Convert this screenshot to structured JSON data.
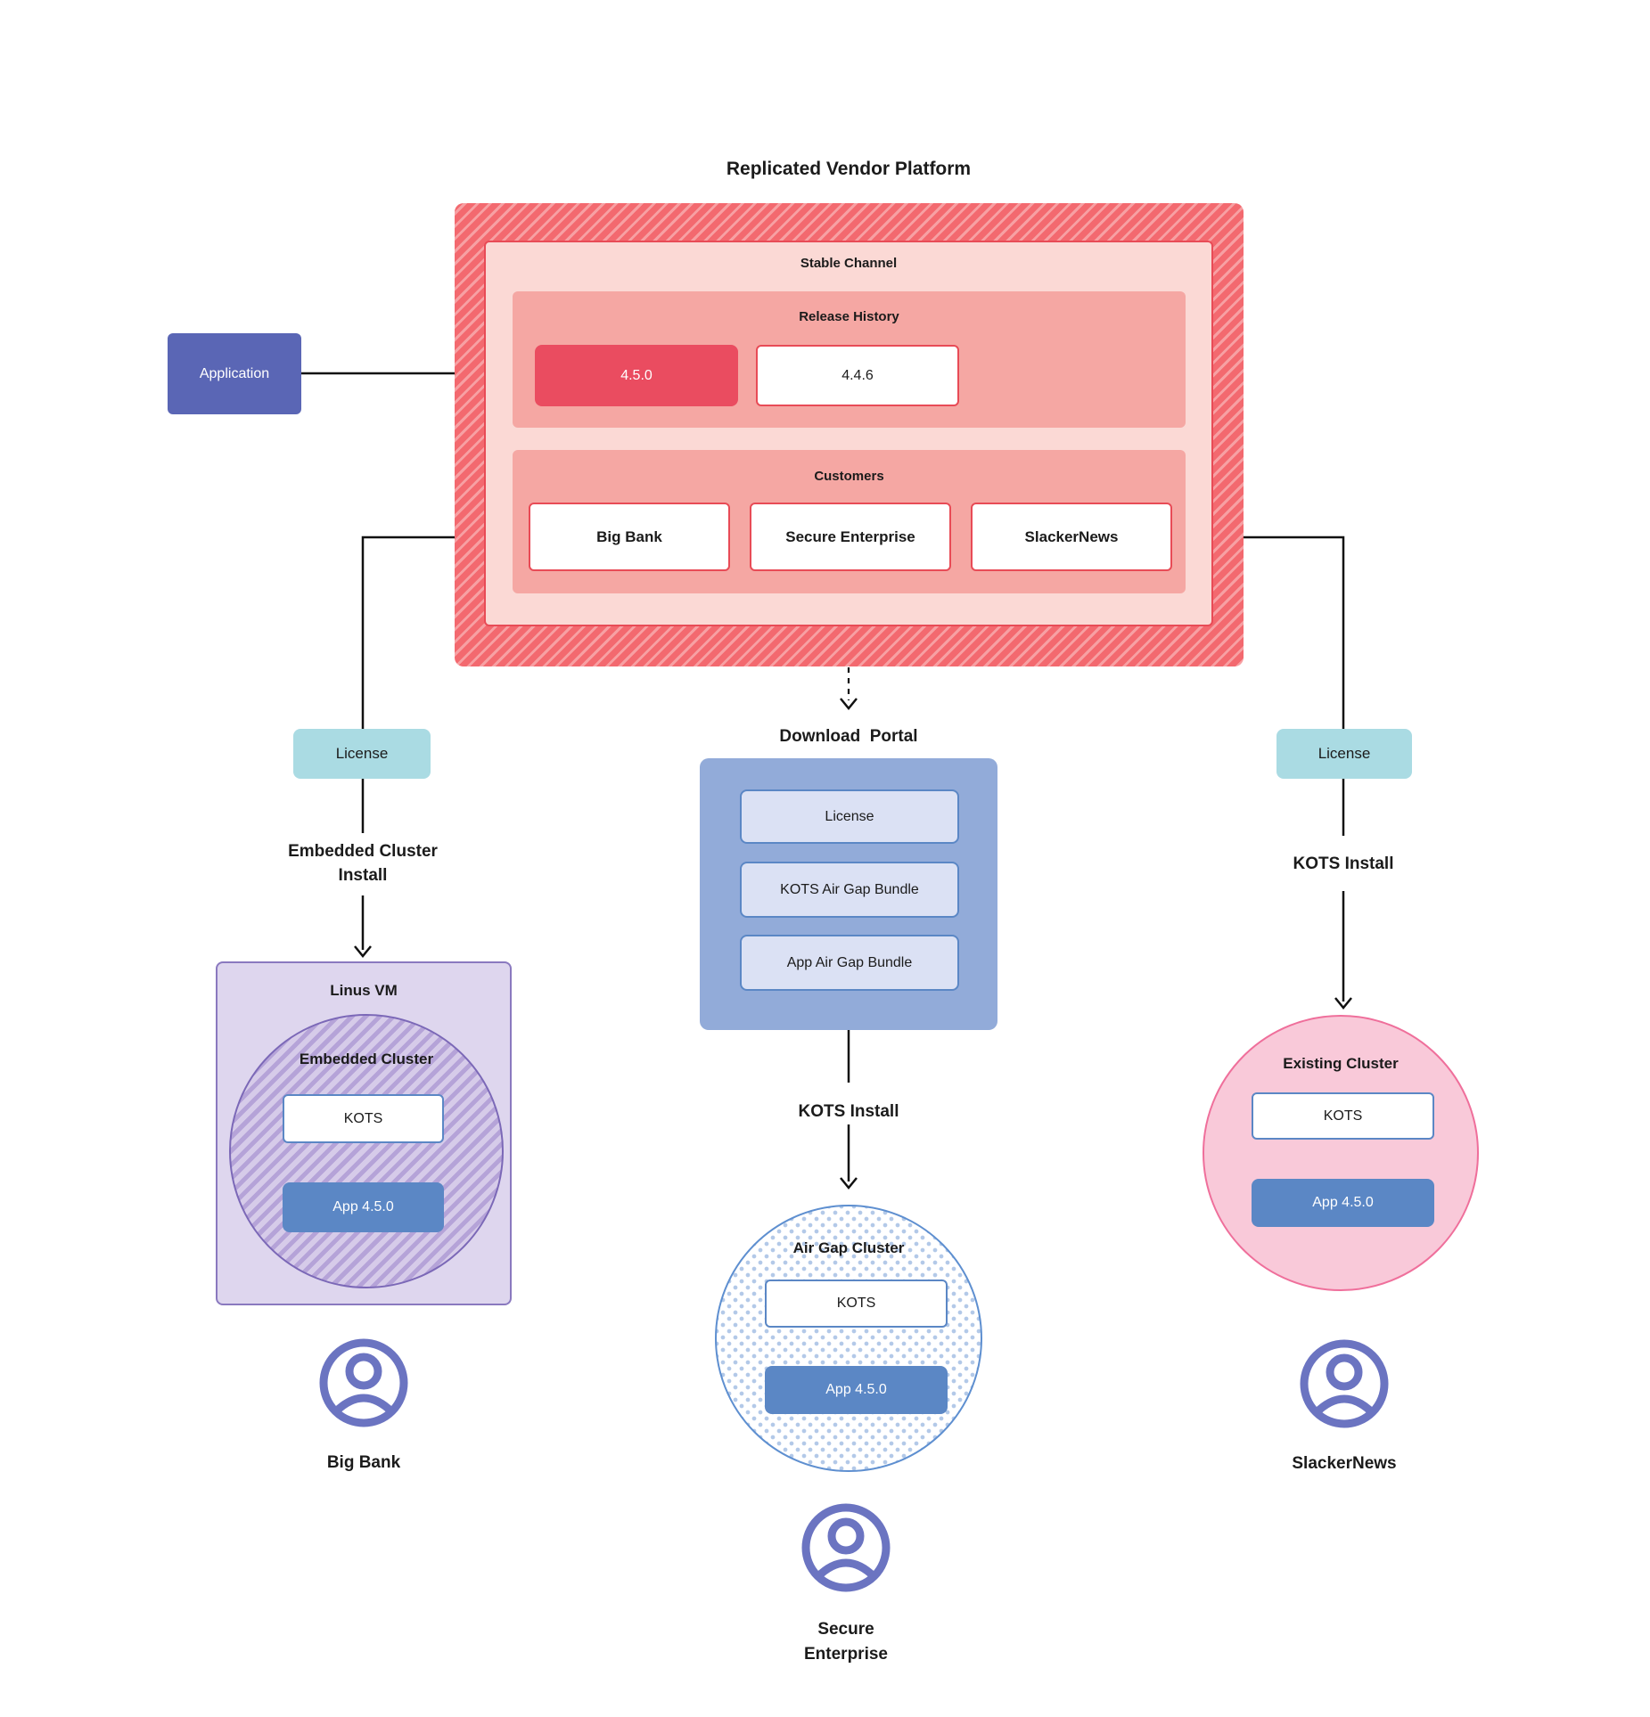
{
  "title": "Replicated Vendor Platform",
  "platform": {
    "stable_channel_label": "Stable Channel",
    "release_history_label": "Release History",
    "releases": [
      {
        "version": "4.5.0",
        "highlighted": true
      },
      {
        "version": "4.4.6",
        "highlighted": false
      }
    ],
    "customers_label": "Customers",
    "customers": [
      {
        "name": "Big Bank"
      },
      {
        "name": "Secure Enterprise"
      },
      {
        "name": "SlackerNews"
      }
    ]
  },
  "application_label": "Application",
  "big_bank_flow": {
    "license_label": "License",
    "install_line1": "Embedded Cluster",
    "install_line2": "Install",
    "vm_label": "Linus VM",
    "cluster_label": "Embedded Cluster",
    "kots_label": "KOTS",
    "app_label": "App 4.5.0",
    "user_label": "Big Bank"
  },
  "secure_flow": {
    "portal_label": "Download  Portal",
    "portal_items": [
      {
        "label": "License"
      },
      {
        "label": "KOTS Air Gap Bundle"
      },
      {
        "label": "App Air Gap Bundle"
      }
    ],
    "install_label": "KOTS Install",
    "cluster_label": "Air Gap Cluster",
    "kots_label": "KOTS",
    "app_label": "App 4.5.0",
    "user_label_line1": "Secure",
    "user_label_line2": "Enterprise"
  },
  "slacker_flow": {
    "license_label": "License",
    "install_label": "KOTS Install",
    "cluster_label": "Existing Cluster",
    "kots_label": "KOTS",
    "app_label": "App 4.5.0",
    "user_label": "SlackerNews"
  },
  "colors": {
    "platform_hatch": "#f3696f",
    "platform_hatch_stripe": "#f7a0a3",
    "stable_fill": "#fbd9d5",
    "section_fill": "#f5a7a3",
    "red_border": "#e84b56",
    "release_highlight": "#ea4c60",
    "application_fill": "#5a66b5",
    "license_fill": "#aadbe3",
    "portal_fill": "#92abd9",
    "portal_item_fill": "#dbe1f4",
    "kots_blue": "#5b87c5",
    "vm_fill": "#ded6ee",
    "purple_border": "#7b68b7",
    "existing_cluster_fill": "#f9c9d9",
    "pink_border": "#ef6f9b",
    "user_icon": "#6b74c1",
    "line": "#111111"
  }
}
